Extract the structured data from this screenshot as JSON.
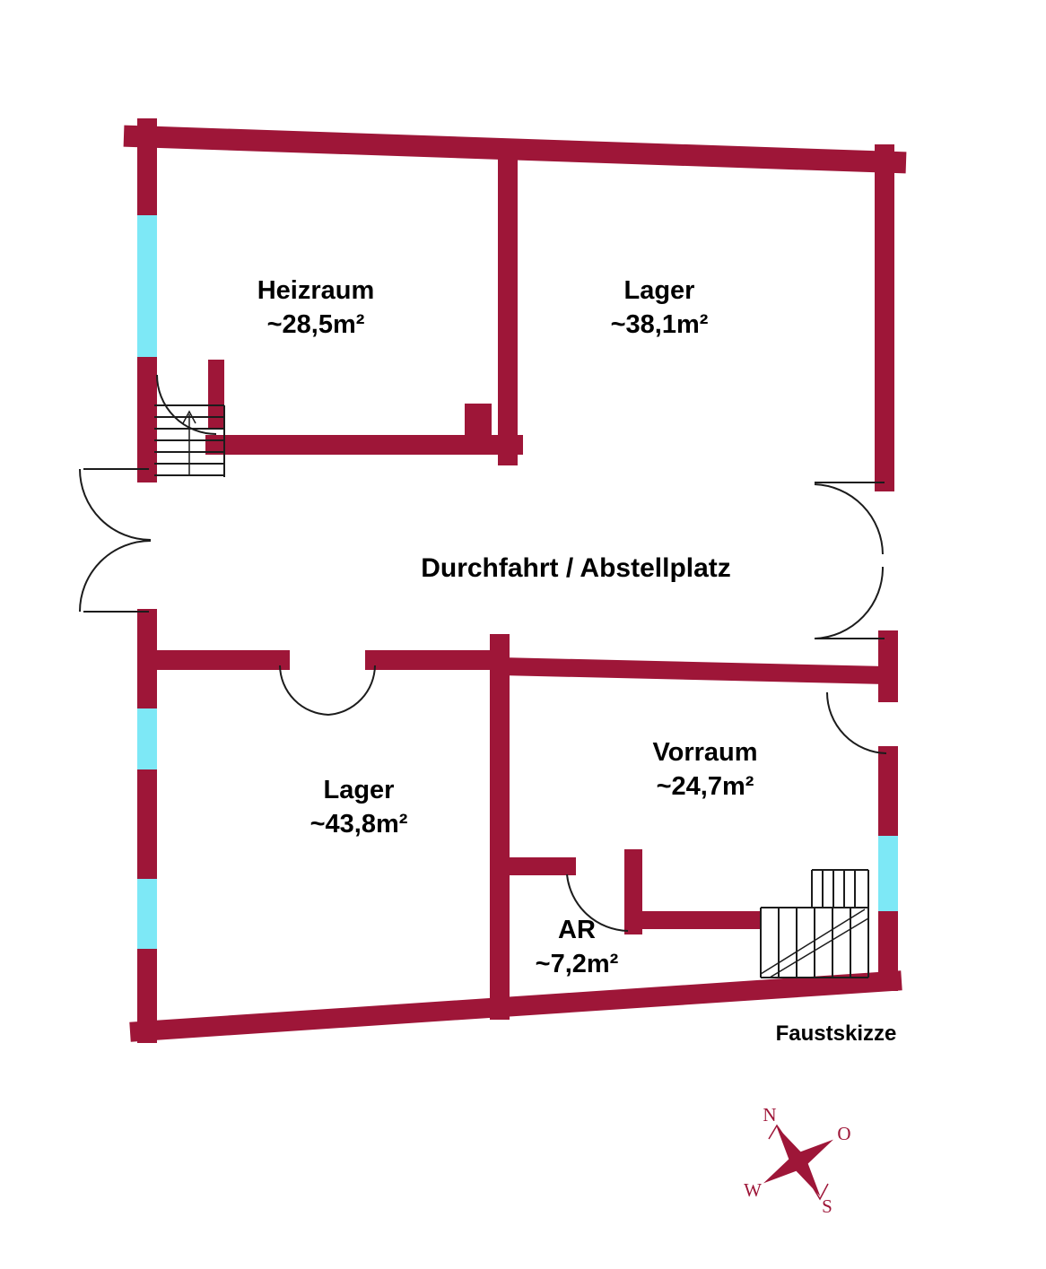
{
  "colors": {
    "wall": "#9e1638",
    "window": "#7de8f6",
    "line": "#1c1c1c"
  },
  "rooms": [
    {
      "name": "Heizraum",
      "area": "~28,5m²"
    },
    {
      "name": "Lager",
      "area": "~38,1m²"
    },
    {
      "name": "Durchfahrt / Abstellplatz",
      "area": ""
    },
    {
      "name": "Lager",
      "area": "~43,8m²"
    },
    {
      "name": "Vorraum",
      "area": "~24,7m²"
    },
    {
      "name": "AR",
      "area": "~7,2m²"
    }
  ],
  "caption": "Faustskizze",
  "compass": {
    "north": "N",
    "east": "O",
    "south": "S",
    "west": "W"
  }
}
